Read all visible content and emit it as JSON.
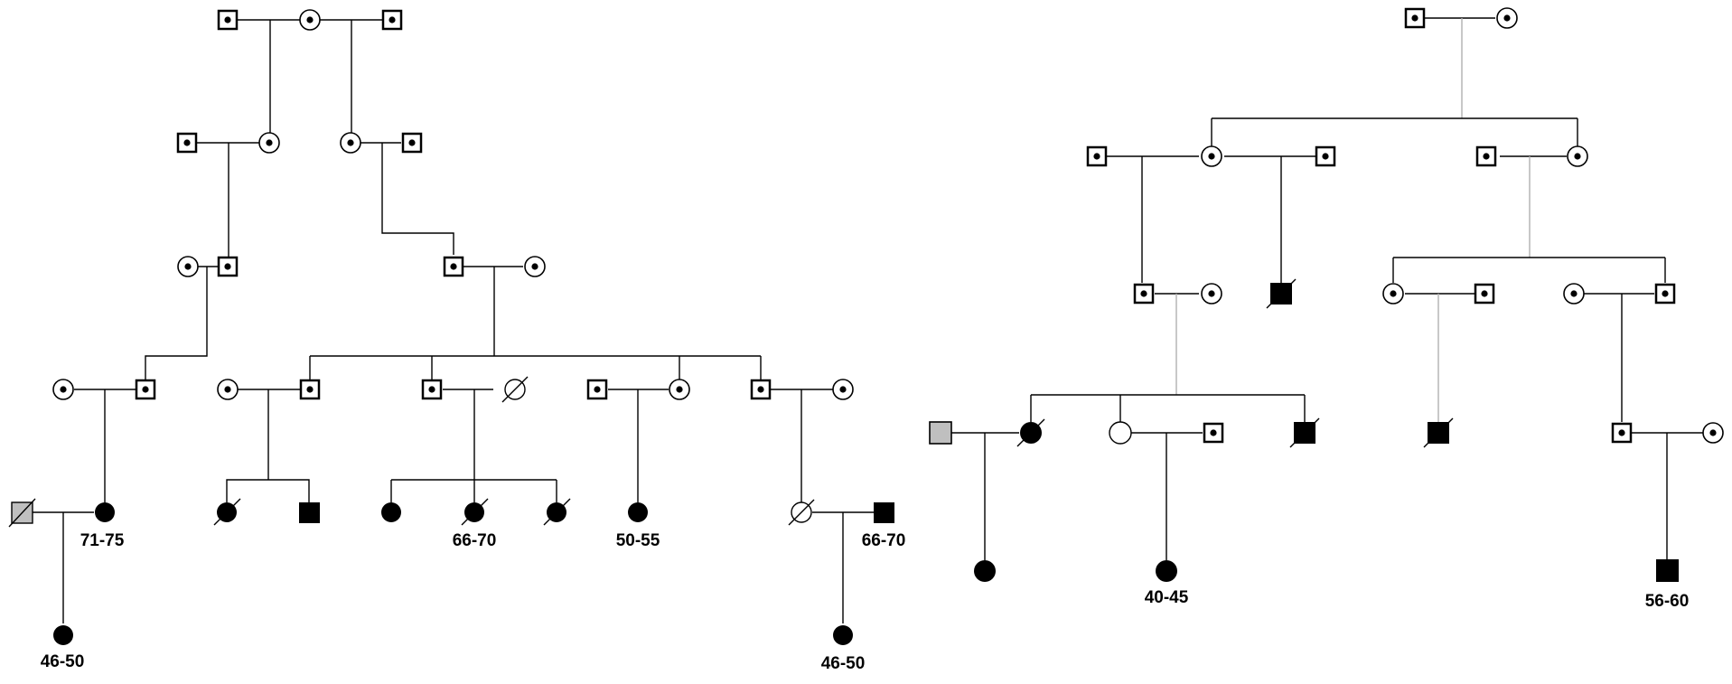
{
  "colors": {
    "background": "#ffffff",
    "line": "#000000",
    "light_line": "#b0b0b0",
    "affected": "#000000",
    "unknown_fill": "#bfbfbf",
    "unaffected": "#ffffff"
  },
  "legend_note": "",
  "age_labels": {
    "left_gen5_female_1": "71-75",
    "left_gen6_female": "46-50",
    "left_gen5_female_4": "66-70",
    "left_gen5_female_6": "50-55",
    "left_gen5_male_2": "66-70",
    "left_gen6_female_2": "46-50",
    "right_gen5_female_2": "40-45",
    "right_gen5_male": "56-60"
  }
}
